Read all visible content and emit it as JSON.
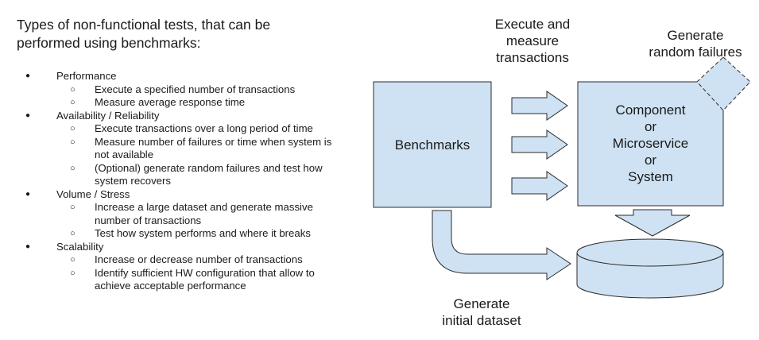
{
  "heading": "Types of non-functional tests, that can be performed using benchmarks:",
  "test_types": [
    {
      "label": "Performance",
      "items": [
        "Execute a specified number of transactions",
        "Measure average response time"
      ]
    },
    {
      "label": "Availability / Reliability",
      "items": [
        "Execute transactions over a long period of time",
        "Measure number of failures or time when system is not available",
        "(Optional) generate random failures and test how system recovers"
      ]
    },
    {
      "label": "Volume / Stress",
      "items": [
        "Increase a large dataset and generate massive number of transactions",
        "Test how system performs and where it breaks"
      ]
    },
    {
      "label": "Scalability",
      "items": [
        "Increase or decrease number of transactions",
        "Identify sufficient HW configuration that allow to achieve acceptable performance"
      ]
    }
  ],
  "diagram": {
    "benchmarks_label": "Benchmarks",
    "component_label": "Component\nor\nMicroservice\nor\nSystem",
    "execute_label": "Execute and\nmeasure\ntransactions",
    "failures_label": "Generate\nrandom failures",
    "dataset_label": "Generate\ninitial dataset",
    "colors": {
      "fill": "#cfe2f3",
      "stroke": "#2b2b2b"
    }
  }
}
